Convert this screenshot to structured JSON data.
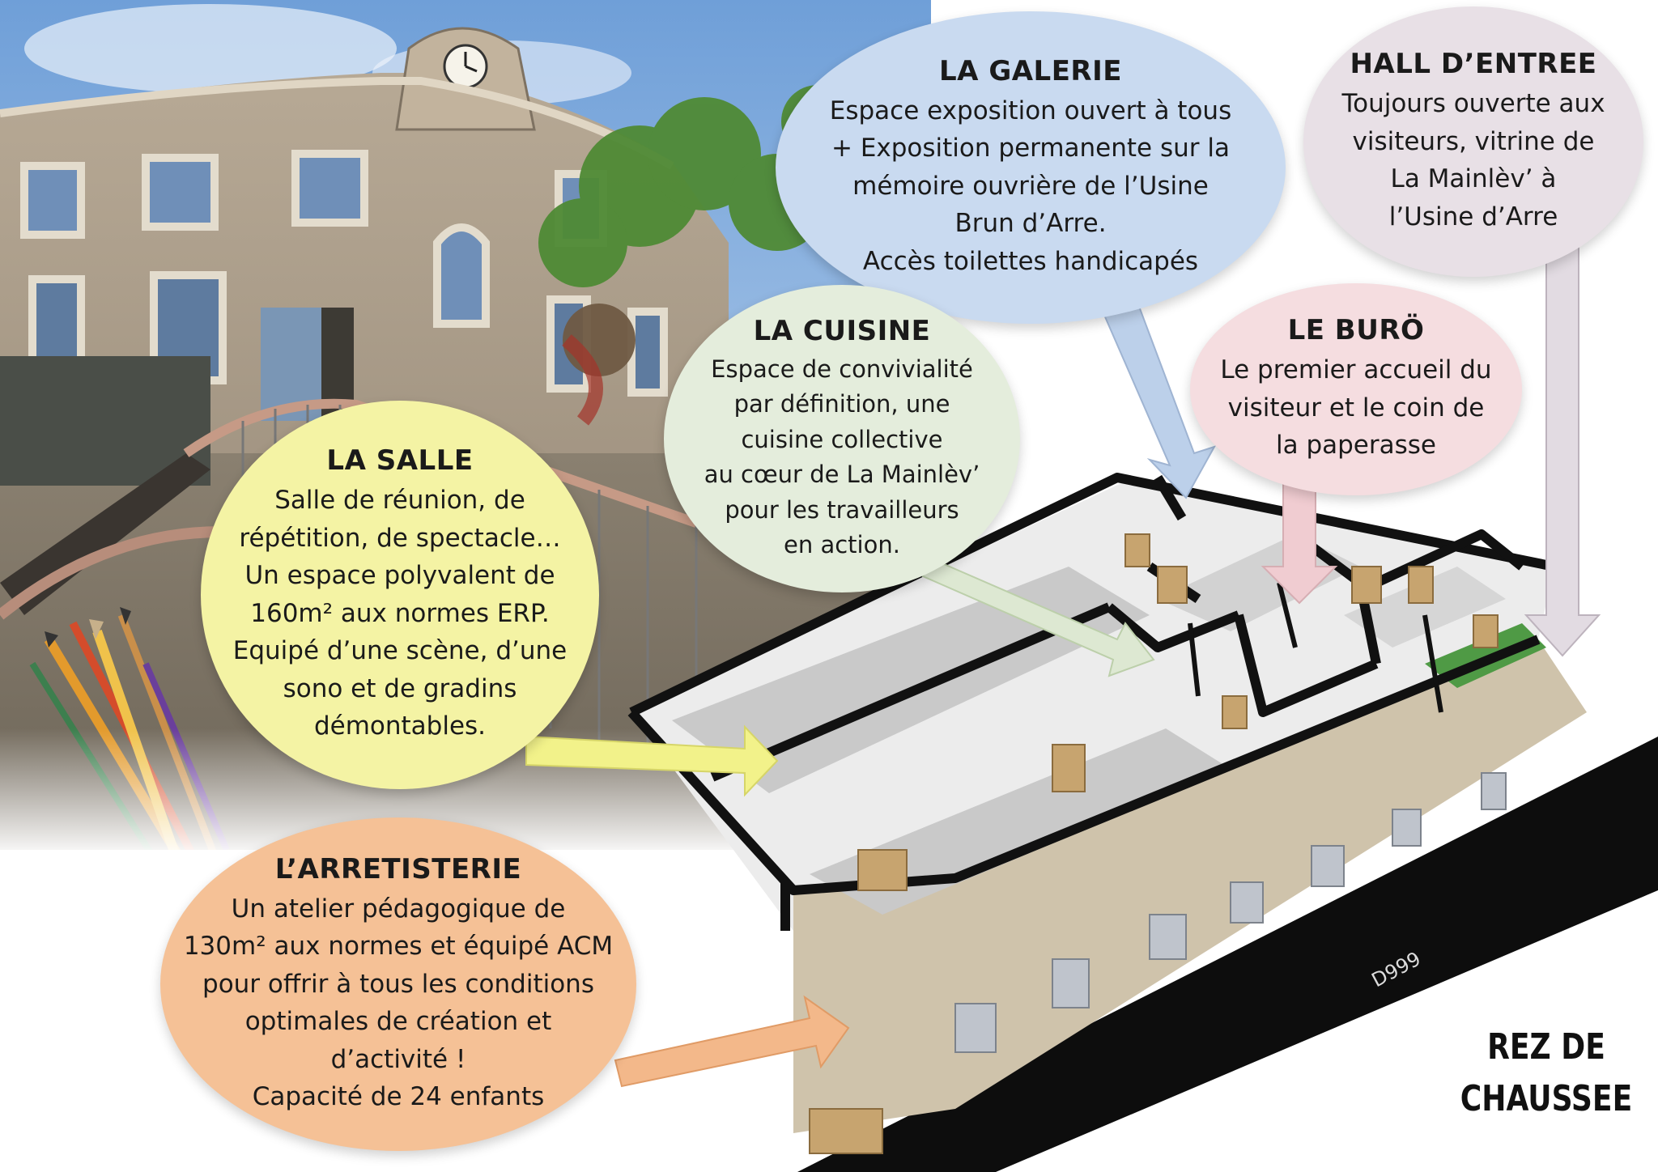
{
  "bubbles": {
    "galerie": {
      "title": "LA GALERIE",
      "body": "Espace exposition ouvert à tous\n+ Exposition permanente sur la\nmémoire ouvrière de l’Usine\nBrun d’Arre.\nAccès toilettes handicapés",
      "color": "#c9daf0"
    },
    "hall": {
      "title": "HALL D’ENTREE",
      "body": "Toujours ouverte aux\nvisiteurs, vitrine de\nLa Mainlèv’ à\nl’Usine d’Arre",
      "color": "#e8e0e6"
    },
    "cuisine": {
      "title": "LA CUISINE",
      "body": "Espace de convivialité\npar définition, une\ncuisine collective\nau cœur de La Mainlèv’\npour les travailleurs\nen action.",
      "color": "#e4eddc"
    },
    "buro": {
      "title": "LE BURÖ",
      "body": "Le premier accueil du\nvisiteur et le coin de\nla paperasse",
      "color": "#f5dde0"
    },
    "salle": {
      "title": "LA SALLE",
      "body": "Salle de réunion, de\nrépétition, de spectacle…\nUn espace polyvalent de\n160m² aux normes ERP.\nEquipé d’une scène, d’une\nsono et de gradins\ndémontables.",
      "color": "#f4f3a4"
    },
    "arretisterie": {
      "title": "L’ARRETISTERIE",
      "body": "Un atelier pédagogique  de\n130m² aux normes et équipé ACM\npour offrir à tous les conditions\noptimales de création et\nd’activité !\nCapacité de 24 enfants",
      "color": "#f5c196"
    }
  },
  "road_label": "D999",
  "floor_label_line1": "REZ DE",
  "floor_label_line2": "CHAUSSEE",
  "clock_label": "clock"
}
